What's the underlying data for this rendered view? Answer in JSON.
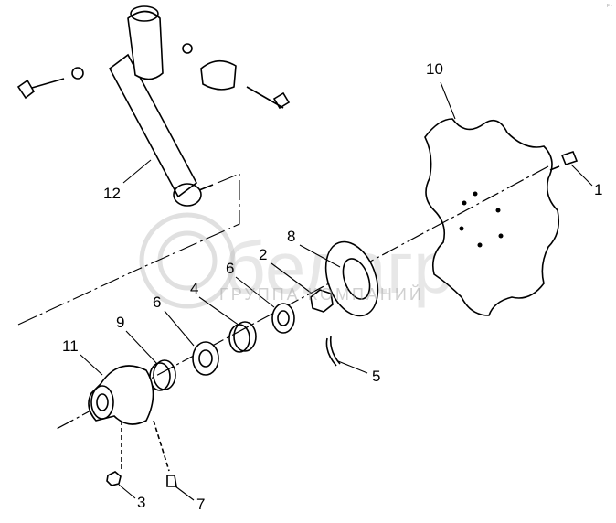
{
  "watermark": {
    "brand": "белагро",
    "subtitle": "ГРУППА КОМПАНИЙ"
  },
  "corner_mark": "F ·",
  "callouts": [
    {
      "id": "10",
      "part": "disc"
    },
    {
      "id": "1",
      "part": "bolt"
    },
    {
      "id": "12",
      "part": "arm"
    },
    {
      "id": "8",
      "part": "flange"
    },
    {
      "id": "2",
      "part": "nut"
    },
    {
      "id": "6",
      "part": "bearing-outer"
    },
    {
      "id": "4",
      "part": "snap-ring"
    },
    {
      "id": "6",
      "part": "bearing-inner"
    },
    {
      "id": "9",
      "part": "seal"
    },
    {
      "id": "11",
      "part": "hub"
    },
    {
      "id": "5",
      "part": "cotter-pin"
    },
    {
      "id": "3",
      "part": "plug"
    },
    {
      "id": "7",
      "part": "grease-fitting"
    }
  ]
}
